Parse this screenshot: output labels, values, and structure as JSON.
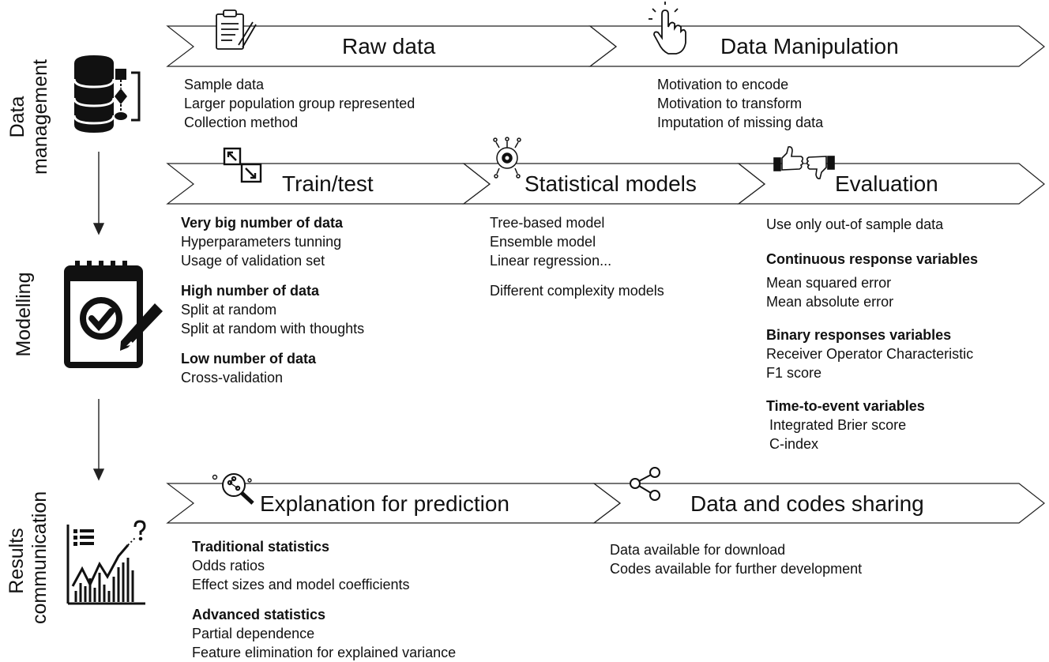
{
  "sections": {
    "data_management": [
      "Data",
      "management"
    ],
    "modelling": "Modelling",
    "results": [
      "Results",
      "communication"
    ]
  },
  "stages": {
    "raw_data": {
      "title": "Raw data",
      "items": [
        "Sample data",
        "Larger population group represented",
        "Collection method"
      ]
    },
    "data_manipulation": {
      "title": "Data Manipulation",
      "items": [
        "Motivation to encode",
        "Motivation to transform",
        "Imputation of missing data"
      ]
    },
    "train_test": {
      "title": "Train/test",
      "groups": [
        {
          "heading": "Very big number of data",
          "items": [
            "Hyperparameters tunning",
            "Usage of validation set"
          ]
        },
        {
          "heading": "High number of data",
          "items": [
            "Split at random",
            "Split at random with thoughts"
          ]
        },
        {
          "heading": "Low number of data",
          "items": [
            "Cross-validation"
          ]
        }
      ]
    },
    "statistical_models": {
      "title": "Statistical models",
      "items": [
        "Tree-based model",
        "Ensemble model",
        "Linear regression...",
        "Different complexity models"
      ]
    },
    "evaluation": {
      "title": "Evaluation",
      "intro": "Use only out-of sample data",
      "groups": [
        {
          "heading": "Continuous response variables",
          "items": [
            "Mean squared error",
            "Mean absolute error"
          ]
        },
        {
          "heading": "Binary responses variables",
          "items": [
            "Receiver Operator Characteristic",
            "F1 score"
          ]
        },
        {
          "heading": "Time-to-event variables",
          "items": [
            "Integrated Brier score",
            "C-index"
          ]
        }
      ]
    },
    "explanation": {
      "title": "Explanation for prediction",
      "groups": [
        {
          "heading": "Traditional statistics",
          "items": [
            "Odds ratios",
            "Effect sizes and model coefficients"
          ]
        },
        {
          "heading": "Advanced statistics",
          "items": [
            "Partial dependence",
            "Feature elimination for explained variance"
          ]
        }
      ]
    },
    "sharing": {
      "title": "Data and codes sharing",
      "items": [
        "Data available for download",
        "Codes available for further development"
      ]
    }
  },
  "icons": {
    "clipboard": "clipboard-pen-icon",
    "pointer": "pointer-hand-icon",
    "train_test": "split-arrows-icon",
    "models": "gear-network-icon",
    "evaluation": "thumbs-up-down-icon",
    "explanation": "magnifier-icon",
    "sharing": "share-icon",
    "database": "database-flowchart-icon",
    "modelling": "checklist-notepad-icon",
    "results": "chart-question-icon"
  }
}
